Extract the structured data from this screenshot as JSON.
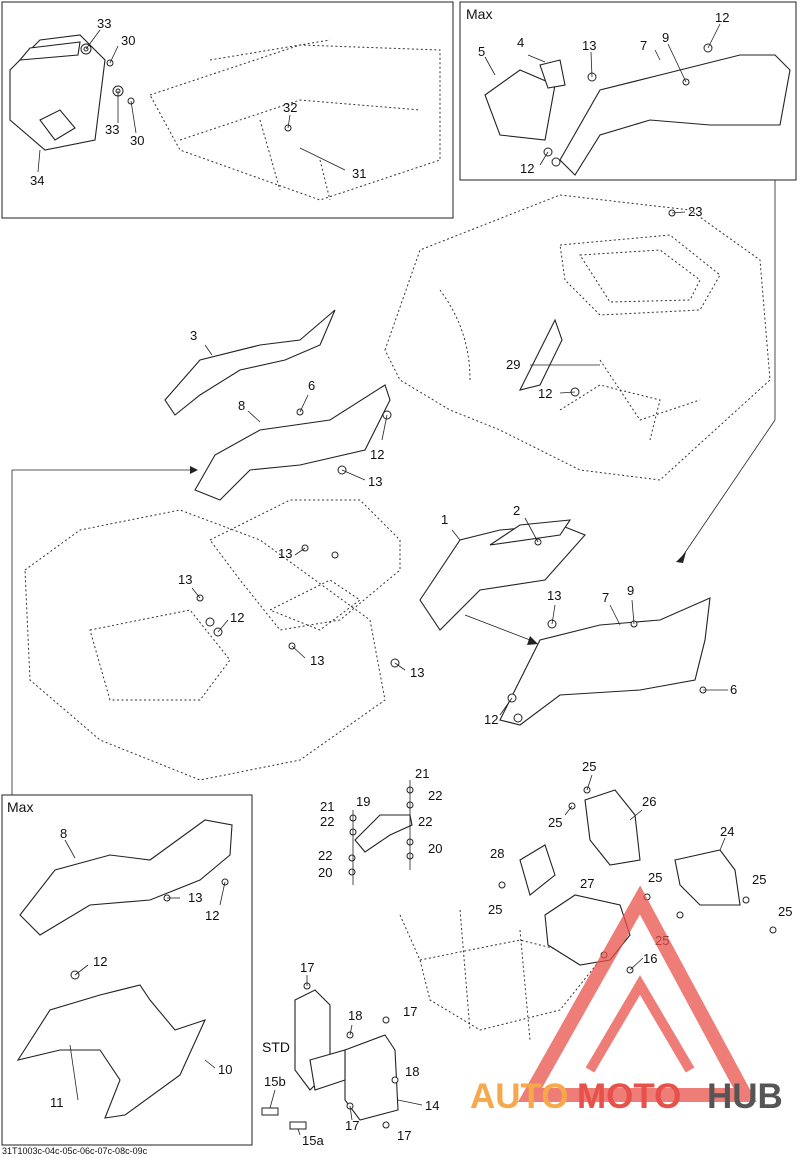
{
  "inset_labels": {
    "max_top_right": "Max",
    "max_bottom_left": "Max",
    "std": "STD"
  },
  "callouts": {
    "c33a": "33",
    "c30a": "30",
    "c33b": "33",
    "c30b": "30",
    "c34": "34",
    "c32": "32",
    "c31": "31",
    "m12a": "12",
    "m13": "13",
    "m4": "4",
    "m5": "5",
    "m7": "7",
    "m9": "9",
    "m12b": "12",
    "c23": "23",
    "c29": "29",
    "c12e": "12",
    "c3": "3",
    "c6a": "6",
    "c8": "8",
    "c12a": "12",
    "c13a": "13",
    "c13b": "13",
    "c13c": "13",
    "c12b": "12",
    "c13d": "13",
    "c13e": "13",
    "c1": "1",
    "c2": "2",
    "c13f": "13",
    "c9": "9",
    "c7": "7",
    "c6b": "6",
    "c12c": "12",
    "b8": "8",
    "b13": "13",
    "b12a": "12",
    "b12b": "12",
    "b10": "10",
    "b11": "11",
    "c21a": "21",
    "c19": "19",
    "c22a": "22",
    "c21b": "21",
    "c22b": "22",
    "c22c": "22",
    "c22d": "22",
    "c20a": "20",
    "c20b": "20",
    "c25a": "25",
    "c26": "26",
    "c25b": "25",
    "c24": "24",
    "c28": "28",
    "c27": "27",
    "c25c": "25",
    "c25d": "25",
    "c25e": "25",
    "c25f": "25",
    "c25g": "25",
    "c16": "16",
    "c17a": "17",
    "c18a": "18",
    "c17b": "17",
    "c15b": "15b",
    "c18b": "18",
    "c14": "14",
    "c17c": "17",
    "c17d": "17",
    "c15a": "15a"
  },
  "footer_code": "31T1003c-04c-05c-06c-07c-08c-09c",
  "watermark": {
    "text_auto": "AUTO",
    "text_moto": "MOTO",
    "text_hub": "HUB",
    "color_orange": "#f6a84a",
    "color_red": "#e8504a",
    "color_dark": "#555555"
  }
}
